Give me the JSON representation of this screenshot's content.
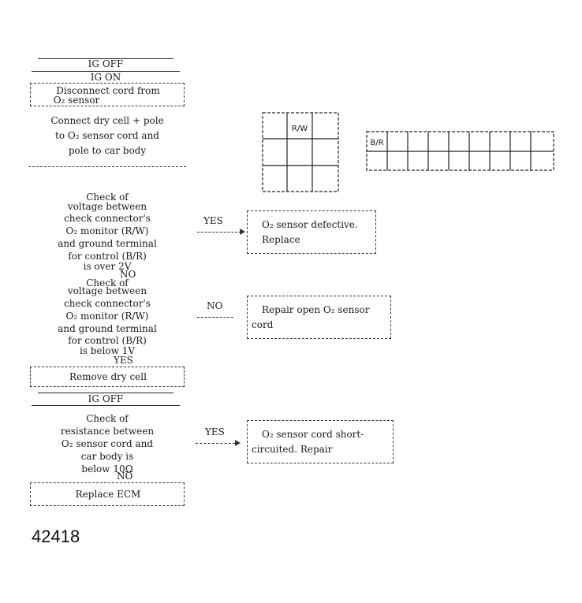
{
  "flow": {
    "ig_off_top": "IG OFF",
    "ig_on": "IG ON",
    "step1": [
      "Disconnect cord from",
      "O₂ sensor"
    ],
    "step2": [
      "Connect dry cell + pole",
      "to O₂ sensor cord and",
      "pole to car body"
    ],
    "check1": [
      "Check of",
      "voltage between",
      "check connector's",
      "O₂ monitor (R/W)",
      "and ground terminal",
      "for control (B/R)",
      "is over 2V"
    ],
    "check1_yes": "YES",
    "check1_no": "NO",
    "result1": [
      "O₂ sensor defective.",
      "Replace"
    ],
    "check2": [
      "Check of",
      "voltage between",
      "check connector's",
      "O₂ monitor (R/W)",
      "and ground terminal",
      "for control (B/R)",
      "is below 1V"
    ],
    "check2_no": "NO",
    "check2_yes": "YES",
    "result2": [
      "Repair open O₂ sensor",
      "cord"
    ],
    "step3": "Remove dry cell",
    "ig_off_2": "IG OFF",
    "check3": [
      "Check of",
      "resistance between",
      "O₂ sensor cord and",
      "car body is",
      "below 10Ω"
    ],
    "check3_yes": "YES",
    "check3_no": "NO",
    "result3": [
      "O₂ sensor cord short-",
      "circuited. Repair"
    ],
    "final": "Replace ECM"
  },
  "connector_small": {
    "label": "R/W"
  },
  "connector_large": {
    "label": "B/R"
  },
  "figure_number": "42418"
}
